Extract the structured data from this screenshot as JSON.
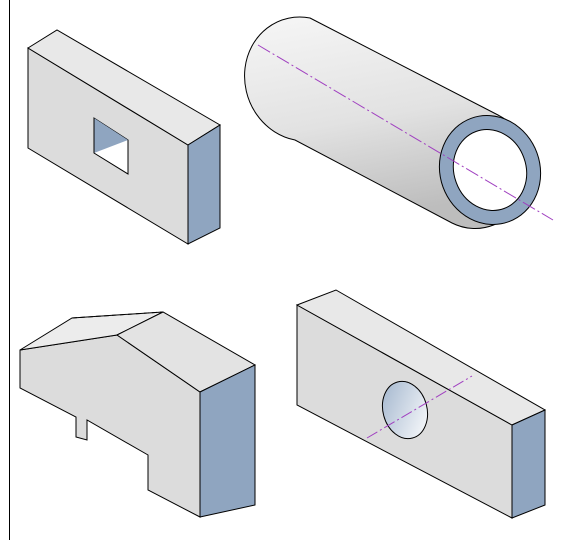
{
  "figure": {
    "panels": [
      {
        "id": "block-with-square-hole",
        "shape": "rectangular block with square through-hole"
      },
      {
        "id": "hollow-cylinder",
        "shape": "hollow cylinder with centre axis"
      },
      {
        "id": "stepped-block",
        "shape": "block with chamfered top and bottom notches"
      },
      {
        "id": "block-with-round-hole",
        "shape": "rectangular block with circular through-hole and centre line"
      }
    ],
    "colors": {
      "face_light": "#e6e6e6",
      "face_mid": "#d6d6d6",
      "face_blue": "#8fa5c0",
      "outline": "#000000",
      "centerline": "#a040c0",
      "frame": "#000000"
    }
  }
}
